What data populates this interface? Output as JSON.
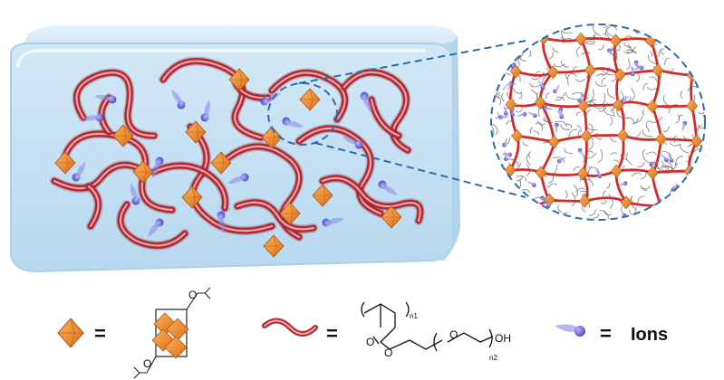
{
  "legend": {
    "cluster_equals": "=",
    "polymer_equals": "=",
    "ions_equals": "=",
    "ions_label": "Ions",
    "chem": {
      "oh": "OH",
      "sub_n1": "n1",
      "sub_n2": "n2",
      "o_ester": "O",
      "o_carbonyl": "O",
      "o_ether": "O",
      "o_top": "O",
      "o_bottom": "O"
    }
  },
  "colors": {
    "gel_body": "#cfe6f5",
    "gel_edge": "#a9cfe9",
    "polymer": "#b3262f",
    "polymer_core": "#e8a4a8",
    "cluster": "#f08c2a",
    "ion": "#6d6ad6",
    "zoom_dash": "#2b6cb0"
  }
}
